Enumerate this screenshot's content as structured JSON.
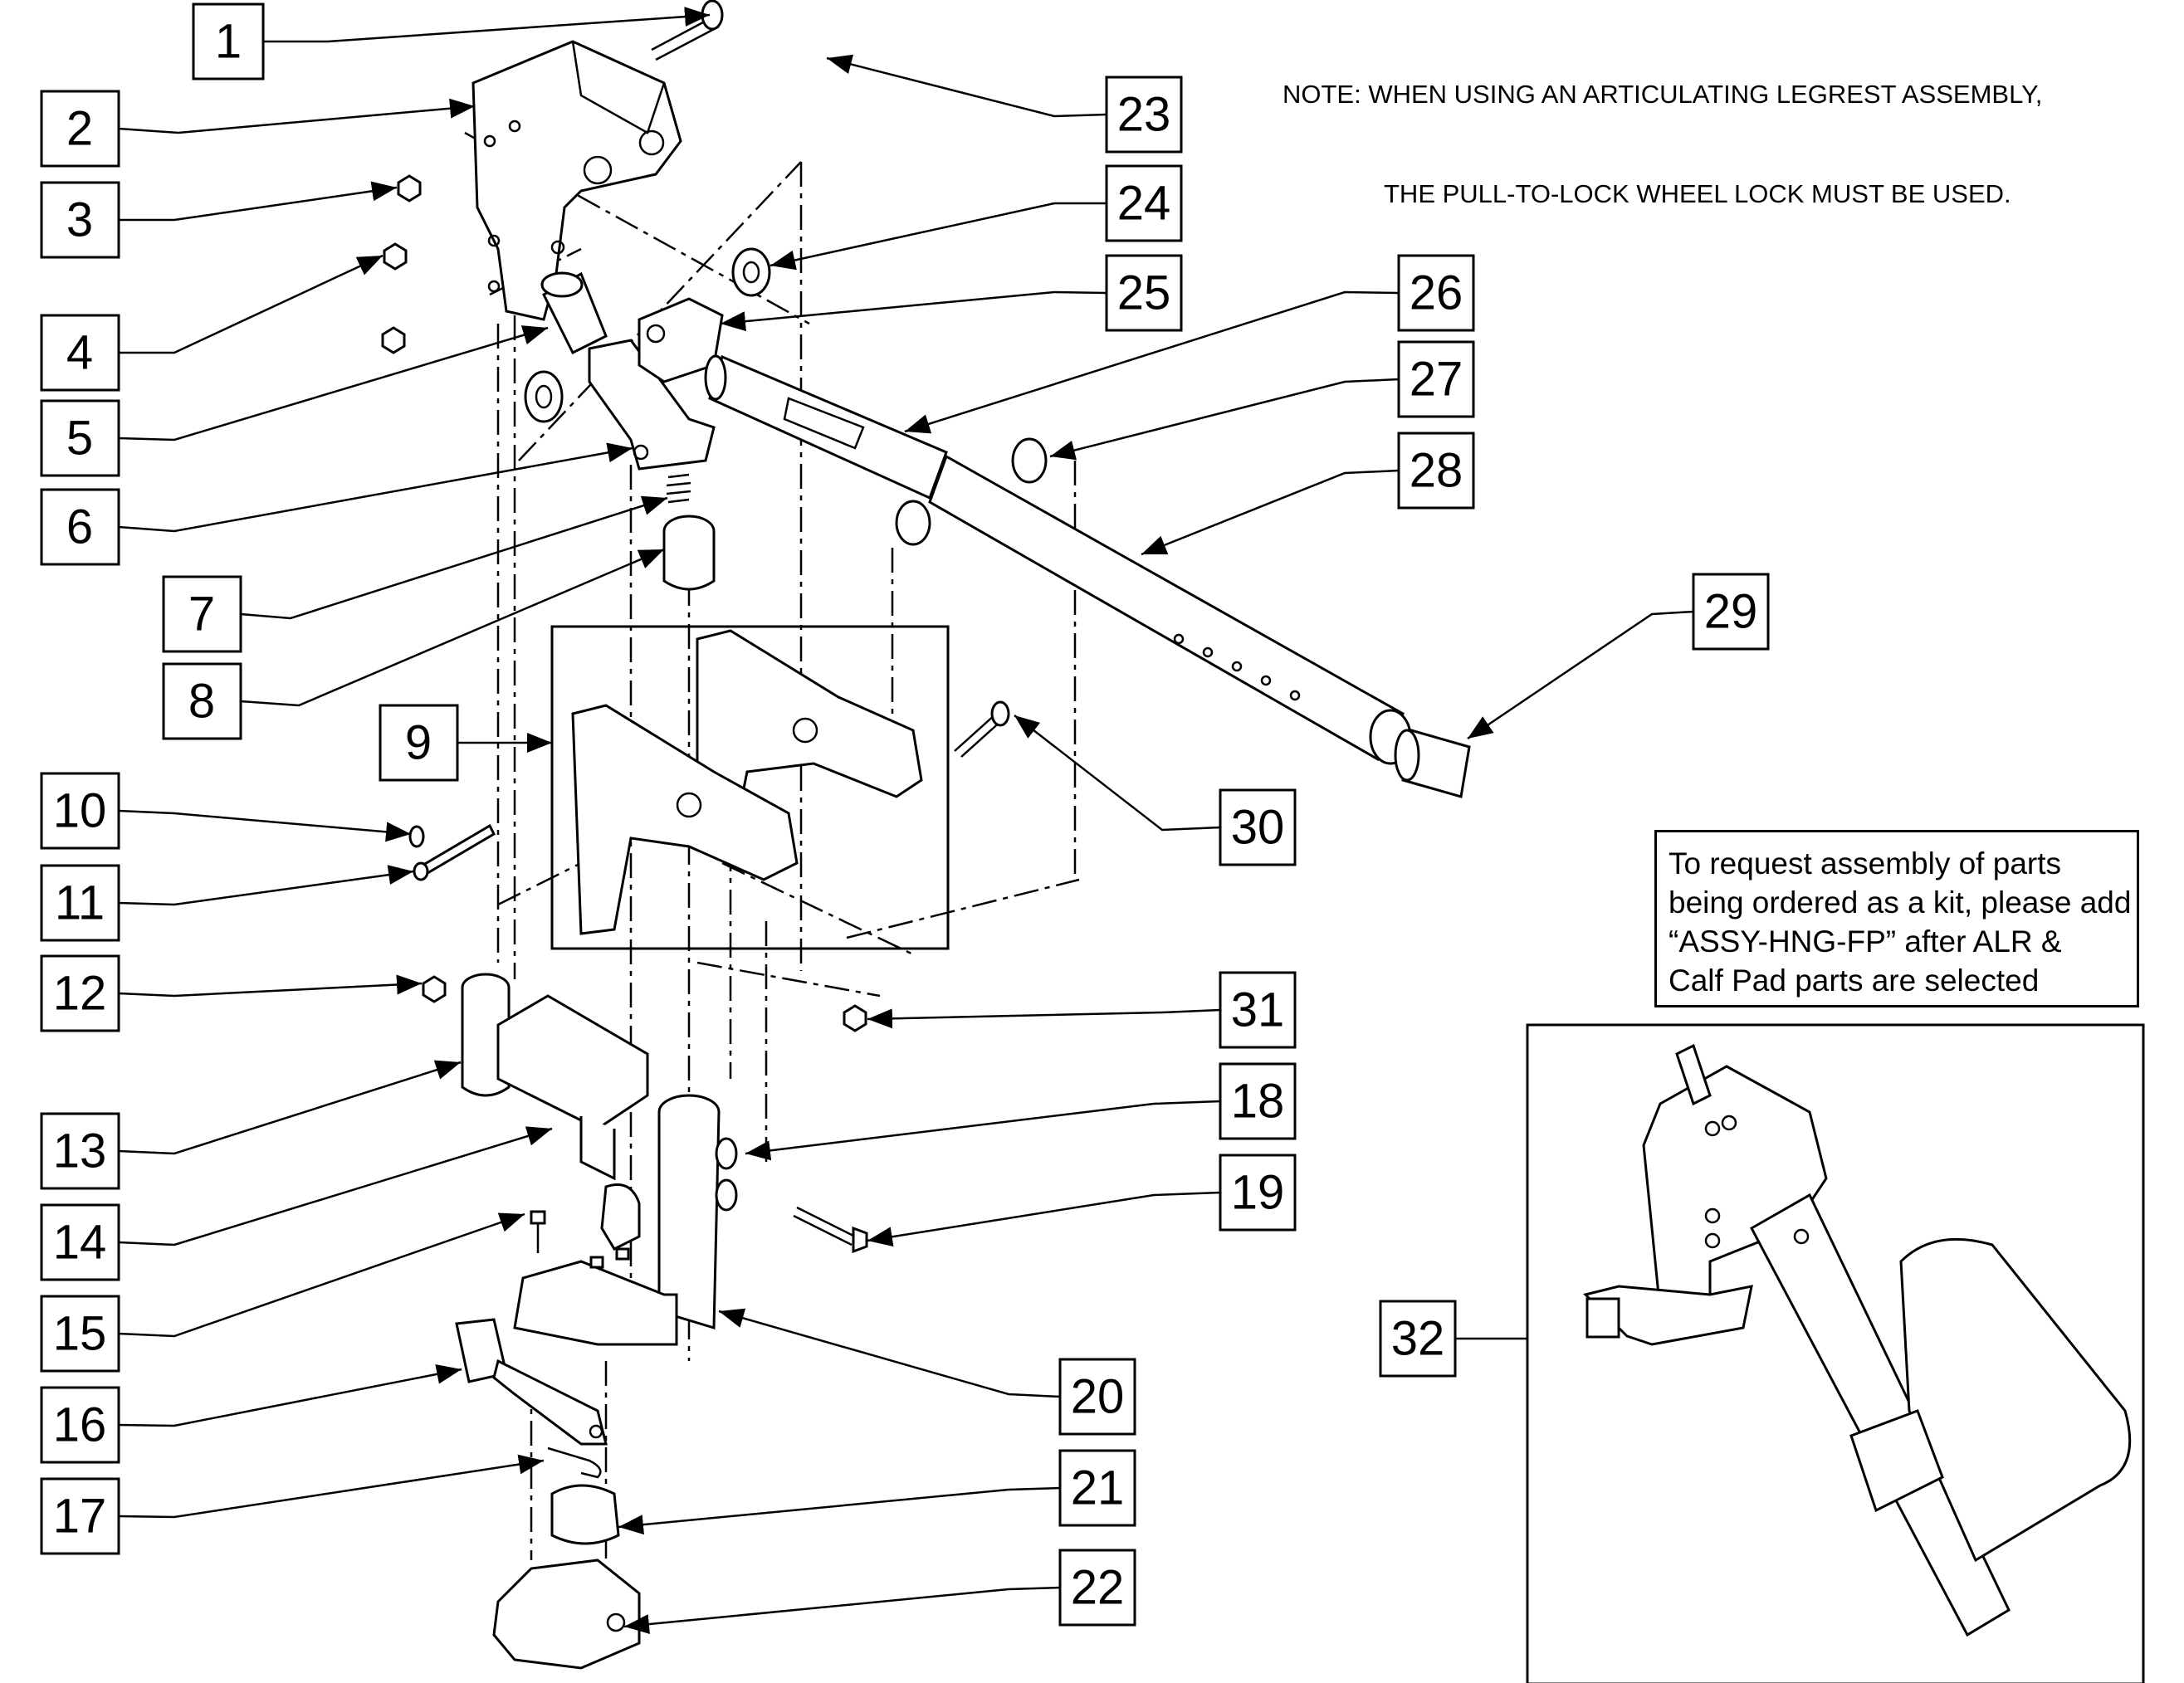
{
  "note": {
    "line1": "NOTE: WHEN USING AN ARTICULATING LEGREST ASSEMBLY,",
    "line2": "THE PULL-TO-LOCK WHEEL LOCK MUST BE USED."
  },
  "kit_note": {
    "lines": [
      "To request assembly of parts",
      "being ordered as a kit, please add",
      "“ASSY-HNG-FP” after ALR &",
      "Calf Pad parts are selected"
    ]
  },
  "callouts": {
    "c1": "1",
    "c2": "2",
    "c3": "3",
    "c4": "4",
    "c5": "5",
    "c6": "6",
    "c7": "7",
    "c8": "8",
    "c9": "9",
    "c10": "10",
    "c11": "11",
    "c12": "12",
    "c13": "13",
    "c14": "14",
    "c15": "15",
    "c16": "16",
    "c17": "17",
    "c18": "18",
    "c19": "19",
    "c20": "20",
    "c21": "21",
    "c22": "22",
    "c23": "23",
    "c24": "24",
    "c25": "25",
    "c26": "26",
    "c27": "27",
    "c28": "28",
    "c29": "29",
    "c30": "30",
    "c31": "31",
    "c32": "32"
  }
}
